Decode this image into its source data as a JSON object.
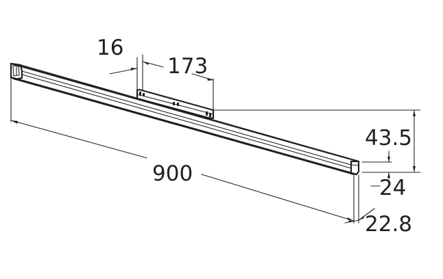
{
  "drawing": {
    "dimensions": {
      "length": "900",
      "connector_offset": "16",
      "connector_length": "173",
      "total_height": "43.5",
      "profile_height": "24",
      "profile_width": "22.8"
    },
    "colors": {
      "line": "#231f20",
      "background": "#ffffff"
    }
  }
}
